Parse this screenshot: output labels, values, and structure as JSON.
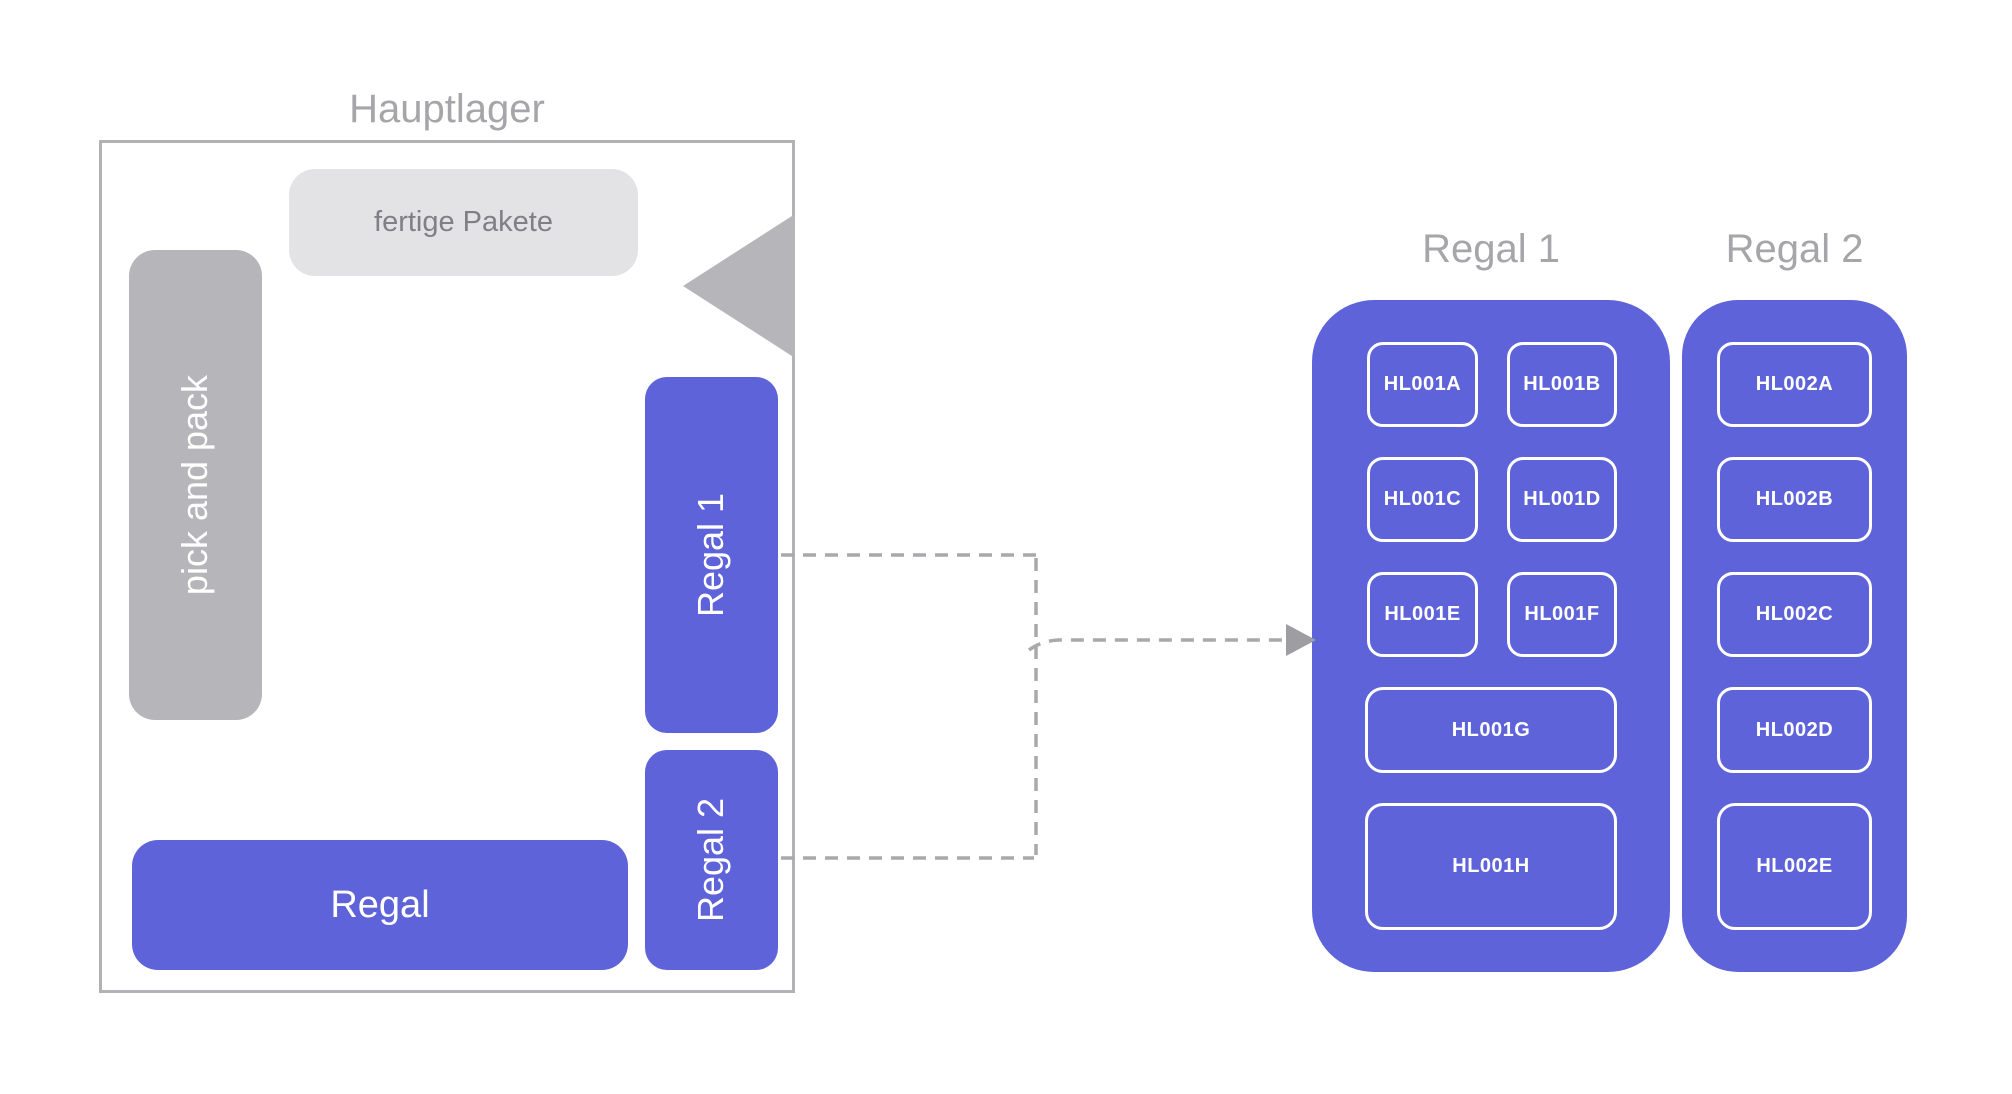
{
  "colors": {
    "purple": "#5f63da",
    "shelf-gray": "#b6b6ba",
    "light-gray": "#e3e3e6",
    "border-gray": "#b2b2b6",
    "title-gray": "#a6a6aa",
    "label-gray": "#7f7f84",
    "connector-gray": "#a9a9ab",
    "arrow-gray": "#9e9ea2",
    "slot-text": "#ffffff"
  },
  "hauptlager": {
    "title": "Hauptlager",
    "fertige_pakete_label": "fertige Pakete",
    "pick_and_pack_label": "pick and pack",
    "regal1_label": "Regal 1",
    "regal2_label": "Regal 2",
    "regal_label": "Regal"
  },
  "regal1_detail": {
    "title": "Regal 1",
    "slots": [
      "HL001A",
      "HL001B",
      "HL001C",
      "HL001D",
      "HL001E",
      "HL001F",
      "HL001G",
      "HL001H"
    ]
  },
  "regal2_detail": {
    "title": "Regal 2",
    "slots": [
      "HL002A",
      "HL002B",
      "HL002C",
      "HL002D",
      "HL002E"
    ]
  }
}
